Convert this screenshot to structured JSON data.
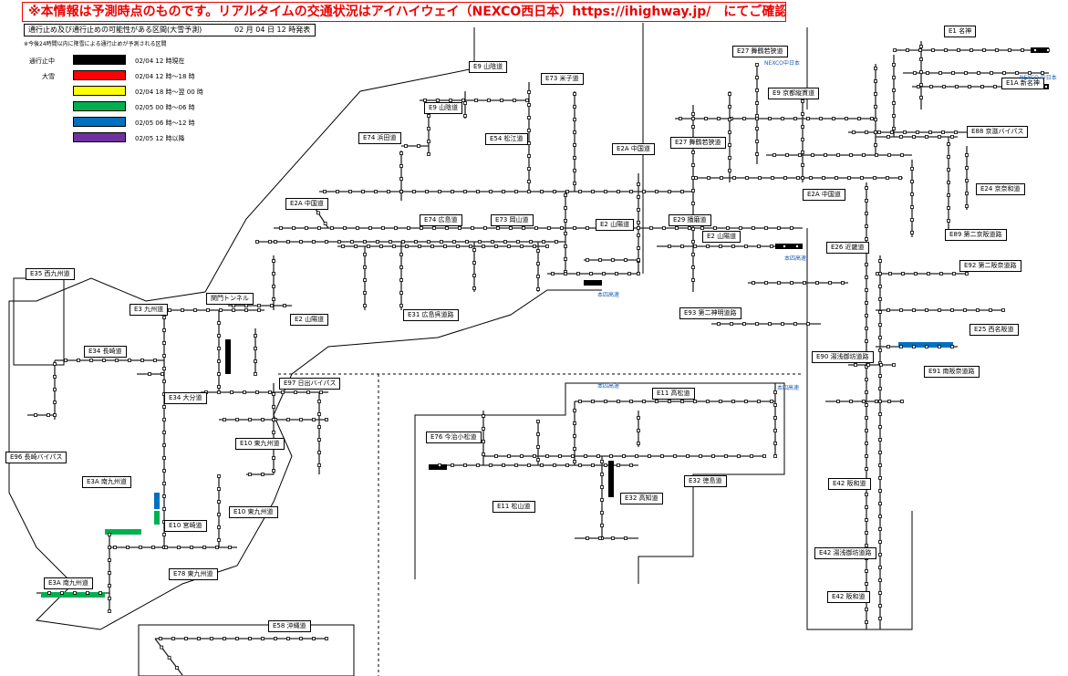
{
  "banner": "※本情報は予測時点のものです。リアルタイムの交通状況はアイハイウェイ（NEXCO西日本）https://ihighway.jp/　にてご確認願います。",
  "header": {
    "title": "通行止め及び通行止めの可能性がある区間(大雪予測)",
    "issued": "02 月 04 日 12 時発表"
  },
  "note": "※今後24時間以内に降雪による通行止めが予測される区間",
  "legend": {
    "cat_closed": "通行止中",
    "cat_snow": "大雪",
    "items": [
      {
        "color": "#000000",
        "label": "02/04 12 時現在"
      },
      {
        "color": "#ff0000",
        "label": "02/04 12 時～18 時"
      },
      {
        "color": "#ffff00",
        "label": "02/04 18 時～翌 00 時"
      },
      {
        "color": "#00b050",
        "label": "02/05 00 時～06 時"
      },
      {
        "color": "#0070c0",
        "label": "02/05 06 時～12 時"
      },
      {
        "color": "#7030a0",
        "label": "02/05 12 時以降"
      }
    ]
  },
  "routes": [
    {
      "label": "E1 名神"
    },
    {
      "label": "E1A 新名神"
    },
    {
      "label": "E27 舞鶴若狭道"
    },
    {
      "label": "E9 京都縦貫道"
    },
    {
      "label": "E88 京滋バイパス"
    },
    {
      "label": "E27 舞鶴若狭道"
    },
    {
      "label": "E9 山陰道"
    },
    {
      "label": "E73 米子道"
    },
    {
      "label": "E9 山陰道"
    },
    {
      "label": "E54 松江道"
    },
    {
      "label": "E74 浜田道"
    },
    {
      "label": "E2A 中国道"
    },
    {
      "label": "E2A 中国道"
    },
    {
      "label": "E24 京奈和道"
    },
    {
      "label": "E2A 中国道"
    },
    {
      "label": "E74 広島道"
    },
    {
      "label": "E73 岡山道"
    },
    {
      "label": "E29 播磨道"
    },
    {
      "label": "E2 山陽道"
    },
    {
      "label": "E2 山陽道"
    },
    {
      "label": "E26 近畿道"
    },
    {
      "label": "E89 第二京阪道路"
    },
    {
      "label": "E92 第二阪奈道路"
    },
    {
      "label": "E35 西九州道"
    },
    {
      "label": "E3 九州道"
    },
    {
      "label": "関門トンネル"
    },
    {
      "label": "E2 山陽道"
    },
    {
      "label": "E31 広島呉道路"
    },
    {
      "label": "E93 第二神明道路"
    },
    {
      "label": "E25 西名阪道"
    },
    {
      "label": "E34 長崎道"
    },
    {
      "label": "E90 湯浅御坊道路"
    },
    {
      "label": "E97 日出バイパス"
    },
    {
      "label": "E11 高松道"
    },
    {
      "label": "E91 南阪奈道路"
    },
    {
      "label": "E34 大分道"
    },
    {
      "label": "E10 東九州道"
    },
    {
      "label": "E76 今治小松道"
    },
    {
      "label": "E96 長崎バイパス"
    },
    {
      "label": "E3A 南九州道"
    },
    {
      "label": "E32 徳島道"
    },
    {
      "label": "E10 東九州道"
    },
    {
      "label": "E32 高知道"
    },
    {
      "label": "E11 松山道"
    },
    {
      "label": "E10 宮崎道"
    },
    {
      "label": "E42 阪和道"
    },
    {
      "label": "E78 東九州道"
    },
    {
      "label": "E42 湯浅御坊道路"
    },
    {
      "label": "E3A 南九州道"
    },
    {
      "label": "E42 阪和道"
    },
    {
      "label": "E58 沖縄道"
    }
  ],
  "markers": [
    "NEXCO中日本",
    "NEXCO 中日本",
    "本四高速",
    "本四高速",
    "本四高速",
    "本四高速"
  ]
}
